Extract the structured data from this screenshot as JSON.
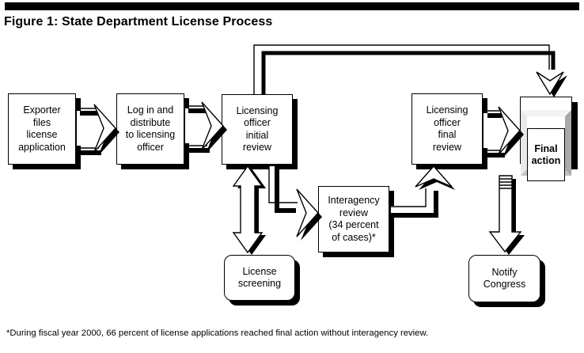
{
  "title": "Figure 1: State Department License Process",
  "nodes": {
    "exporter": {
      "label": "Exporter\nfiles\nlicense\napplication"
    },
    "login": {
      "label": "Log in and\ndistribute\nto licensing\nofficer"
    },
    "initial_review": {
      "label": "Licensing\nofficer\ninitial\nreview"
    },
    "license_screening": {
      "label": "License\nscreening"
    },
    "interagency": {
      "label": "Interagency\nreview\n(34 percent\nof cases)*"
    },
    "final_review": {
      "label": "Licensing\nofficer\nfinal\nreview"
    },
    "final_action": {
      "label": "Final\naction"
    },
    "notify_congress": {
      "label": "Notify\nCongress"
    }
  },
  "edges": [
    {
      "from": "exporter",
      "to": "login",
      "style": "block-arrow-right"
    },
    {
      "from": "login",
      "to": "initial_review",
      "style": "block-arrow-right"
    },
    {
      "from": "initial_review",
      "to": "final_action",
      "style": "elbow-over-top"
    },
    {
      "from": "initial_review",
      "to": "license_screening",
      "style": "double-headed-vertical"
    },
    {
      "from": "initial_review",
      "to": "interagency",
      "style": "elbow-down-right"
    },
    {
      "from": "interagency",
      "to": "final_review",
      "style": "elbow-right-up"
    },
    {
      "from": "final_review",
      "to": "final_action",
      "style": "block-arrow-right"
    },
    {
      "from": "final_action",
      "to": "notify_congress",
      "style": "striped-arrow-down"
    }
  ],
  "footnote": "*During fiscal year 2000, 66 percent of license applications reached final action without interagency review.",
  "colors": {
    "ink": "#000000",
    "paper": "#ffffff",
    "bevel_light": "#f4f4f4",
    "bevel_dark": "#a9a9a9"
  }
}
